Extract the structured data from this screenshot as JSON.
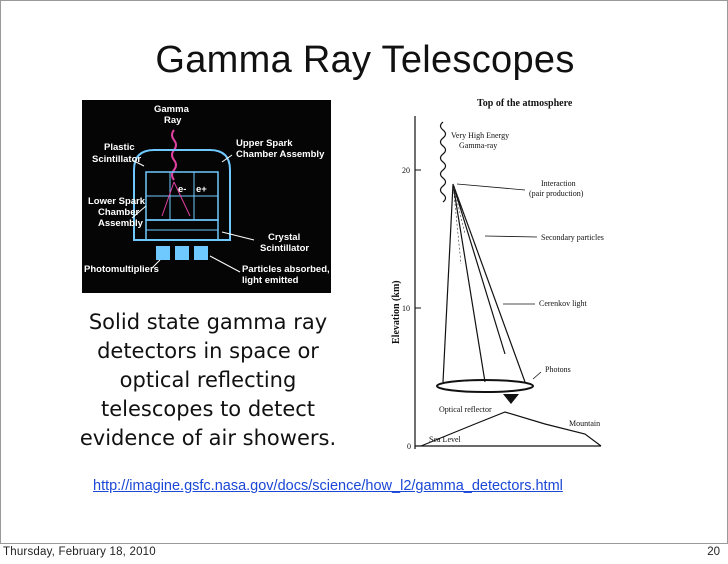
{
  "slide": {
    "title": "Gamma Ray Telescopes",
    "body_lines": [
      "Solid state gamma ray",
      "detectors in space or",
      "optical reflecting",
      "telescopes to detect",
      "evidence of air showers."
    ],
    "link": "http://imagine.gsfc.nasa.gov/docs/science/how_l2/gamma_detectors.html"
  },
  "detector_figure": {
    "labels": {
      "gamma": "Gamma",
      "ray": "Ray",
      "plastic": "Plastic",
      "scintillator": "Scintillator",
      "upper_spark": "Upper Spark",
      "chamber_assembly": "Chamber Assembly",
      "electron": "e-",
      "positron": "e+",
      "lower_spark": "Lower Spark",
      "chamber": "Chamber",
      "assembly": "Assembly",
      "crystal": "Crystal",
      "crystal_scintillator": "Scintillator",
      "photomultipliers": "Photomultipliers",
      "particles_absorbed": "Particles absorbed,",
      "light_emitted": "light emitted"
    }
  },
  "shower_figure": {
    "labels": {
      "top": "Top of the atmosphere",
      "vhe": "Very High Energy",
      "gamma_ray": "Gamma-ray",
      "interaction": "Interaction",
      "pair_production": "(pair production)",
      "secondary": "Secondary particles",
      "cerenkov": "Cerenkov light",
      "photons": "Photons",
      "optical_reflector": "Optical reflector",
      "mountain": "Mountain",
      "sea_level": "Sea Level",
      "elevation": "Elevation (km)"
    },
    "ticks": [
      "20",
      "10",
      "0"
    ]
  },
  "footer": {
    "date": "Thursday, February 18, 2010",
    "page": "20"
  }
}
